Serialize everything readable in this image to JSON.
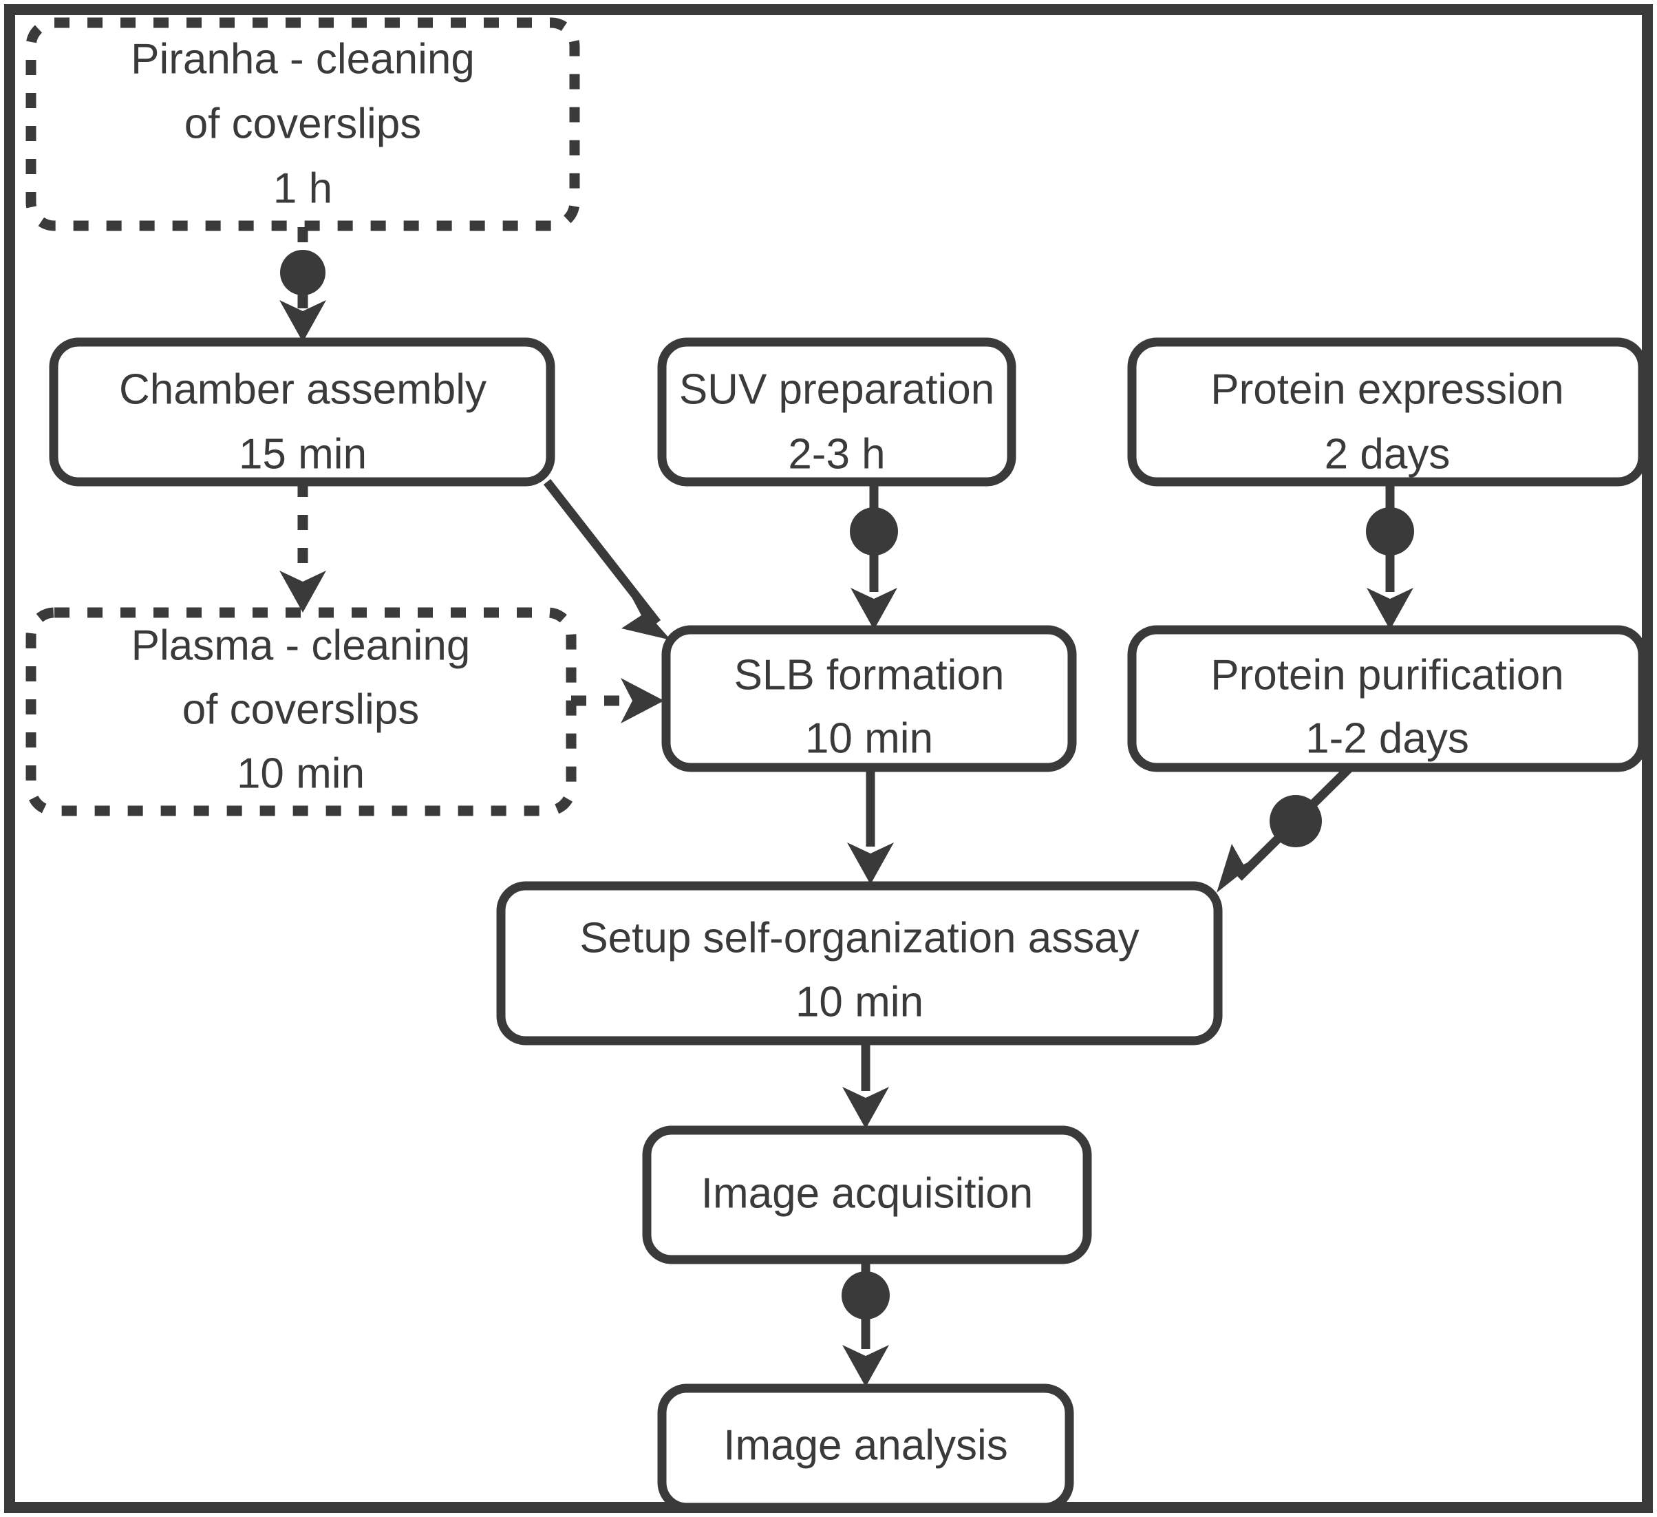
{
  "diagram": {
    "title": "Experimental workflow flowchart",
    "colors": {
      "stroke": "#3a3a3a",
      "background": "#ffffff"
    },
    "nodes": [
      {
        "id": "piranha",
        "name": "piranha-cleaning",
        "style": "dashed",
        "lines": [
          "Piranha - cleaning",
          "of coverslips",
          "1 h"
        ],
        "duration": "1 h"
      },
      {
        "id": "chamber",
        "name": "chamber-assembly",
        "style": "solid",
        "lines": [
          "Chamber assembly",
          "15 min"
        ],
        "duration": "15 min"
      },
      {
        "id": "suv",
        "name": "suv-preparation",
        "style": "solid",
        "lines": [
          "SUV preparation",
          "2-3 h"
        ],
        "duration": "2-3 h"
      },
      {
        "id": "expression",
        "name": "protein-expression",
        "style": "solid",
        "lines": [
          "Protein expression",
          "2 days"
        ],
        "duration": "2 days"
      },
      {
        "id": "plasma",
        "name": "plasma-cleaning",
        "style": "dashed",
        "lines": [
          "Plasma - cleaning",
          "of coverslips",
          "10 min"
        ],
        "duration": "10 min"
      },
      {
        "id": "slb",
        "name": "slb-formation",
        "style": "solid",
        "lines": [
          "SLB formation",
          "10 min"
        ],
        "duration": "10 min"
      },
      {
        "id": "purification",
        "name": "protein-purification",
        "style": "solid",
        "lines": [
          "Protein purification",
          "1-2 days"
        ],
        "duration": "1-2 days"
      },
      {
        "id": "setup",
        "name": "setup-self-organization-assay",
        "style": "solid",
        "lines": [
          "Setup self-organization assay",
          "10 min"
        ],
        "duration": "10 min"
      },
      {
        "id": "acquisition",
        "name": "image-acquisition",
        "style": "solid",
        "lines": [
          "Image acquisition"
        ],
        "duration": ""
      },
      {
        "id": "analysis",
        "name": "image-analysis",
        "style": "solid",
        "lines": [
          "Image analysis"
        ],
        "duration": ""
      }
    ],
    "edges": [
      {
        "from": "piranha",
        "to": "chamber",
        "style": "dashed",
        "pause_marker": true
      },
      {
        "from": "chamber",
        "to": "plasma",
        "style": "dashed",
        "pause_marker": false
      },
      {
        "from": "chamber",
        "to": "slb",
        "style": "solid",
        "pause_marker": false
      },
      {
        "from": "plasma",
        "to": "slb",
        "style": "dashed",
        "pause_marker": false
      },
      {
        "from": "suv",
        "to": "slb",
        "style": "solid",
        "pause_marker": true
      },
      {
        "from": "expression",
        "to": "purification",
        "style": "solid",
        "pause_marker": true
      },
      {
        "from": "slb",
        "to": "setup",
        "style": "solid",
        "pause_marker": false
      },
      {
        "from": "purification",
        "to": "setup",
        "style": "solid",
        "pause_marker": true
      },
      {
        "from": "setup",
        "to": "acquisition",
        "style": "solid",
        "pause_marker": false
      },
      {
        "from": "acquisition",
        "to": "analysis",
        "style": "solid",
        "pause_marker": true
      }
    ],
    "node_text": {
      "piranha_l1": "Piranha - cleaning",
      "piranha_l2": "of coverslips",
      "piranha_l3": "1 h",
      "chamber_l1": "Chamber assembly",
      "chamber_l2": "15 min",
      "suv_l1": "SUV preparation",
      "suv_l2": "2-3 h",
      "expression_l1": "Protein expression",
      "expression_l2": "2 days",
      "plasma_l1": "Plasma - cleaning",
      "plasma_l2": "of coverslips",
      "plasma_l3": "10 min",
      "slb_l1": "SLB formation",
      "slb_l2": "10 min",
      "purification_l1": "Protein purification",
      "purification_l2": "1-2 days",
      "setup_l1": "Setup self-organization assay",
      "setup_l2": "10 min",
      "acquisition_l1": "Image acquisition",
      "analysis_l1": "Image analysis"
    }
  }
}
